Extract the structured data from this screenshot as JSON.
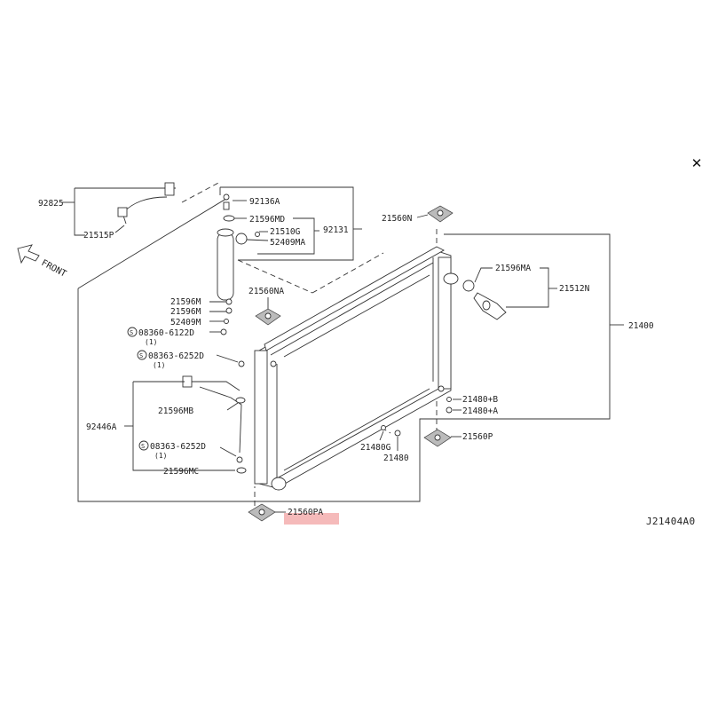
{
  "close_label": "✕",
  "reference_code": "J21404A0",
  "front_label": "FRONT",
  "highlight_color": "#f3a9a9",
  "parts": {
    "p92825": "92825",
    "p21515P": "21515P",
    "p92136A": "92136A",
    "p21596MD": "21596MD",
    "p21510G": "21510G",
    "p52409MA": "52409MA",
    "p92131": "92131",
    "p21560N": "21560N",
    "p21596MA": "21596MA",
    "p21512N": "21512N",
    "p21560NA": "21560NA",
    "p21596M_1": "21596M",
    "p21596M_2": "21596M",
    "p52409M": "52409M",
    "p08360": "08360-6122D",
    "p08360_qty": "(1)",
    "p08363_a": "08363-6252D",
    "p08363_a_qty": "(1)",
    "p21400": "21400",
    "p21596MB": "21596MB",
    "p92446A": "92446A",
    "p21480B": "21480+B",
    "p21480A": "21480+A",
    "p21480G": "21480G",
    "p21480": "21480",
    "p21560P": "21560P",
    "p08363_b": "08363-6252D",
    "p08363_b_qty": "(1)",
    "p21596MC": "21596MC",
    "p21560PA": "21560PA"
  }
}
